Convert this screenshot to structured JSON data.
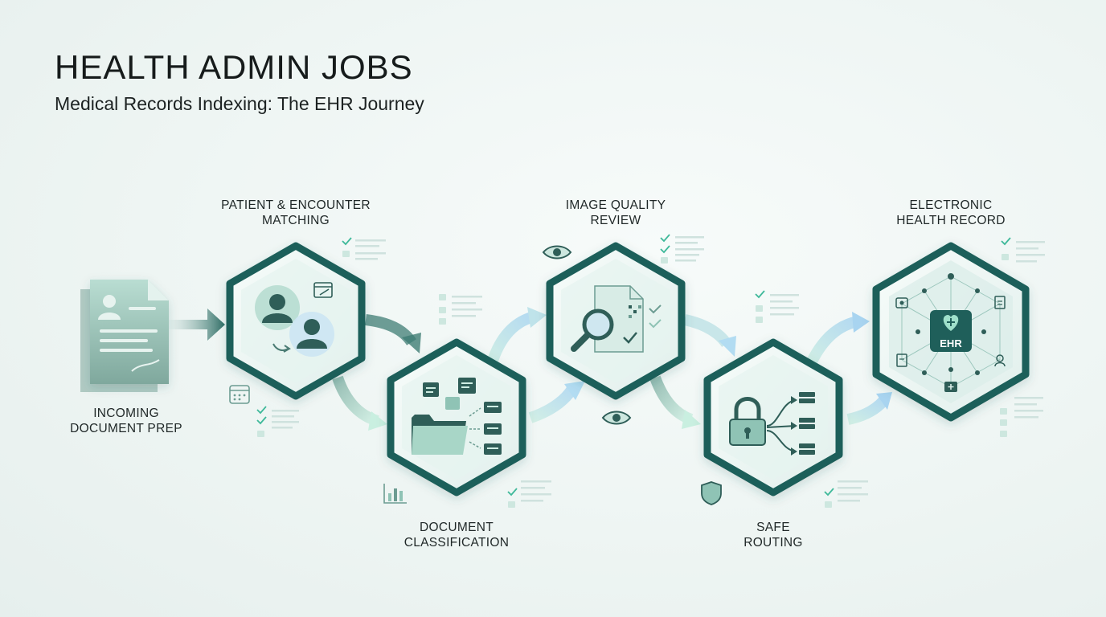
{
  "header": {
    "title": "HEALTH ADMIN JOBS",
    "subtitle": "Medical Records Indexing: The EHR Journey"
  },
  "steps": [
    {
      "line1": "INCOMING",
      "line2": "DOCUMENT PREP"
    },
    {
      "line1": "PATIENT & ENCOUNTER",
      "line2": "MATCHING"
    },
    {
      "line1": "DOCUMENT",
      "line2": "CLASSIFICATION"
    },
    {
      "line1": "IMAGE QUALITY",
      "line2": "REVIEW"
    },
    {
      "line1": "SAFE",
      "line2": "ROUTING"
    },
    {
      "line1": "ELECTRONIC",
      "line2": "HEALTH RECORD"
    }
  ],
  "ehr_badge": "EHR",
  "colors": {
    "hex_border": "#1f5f5a",
    "hex_fill": "#eef7f5",
    "icon_dark": "#2f5e58",
    "icon_mid": "#6c9c92",
    "icon_light": "#a8d6c7",
    "check": "#3fb99a",
    "arrow_teal": "#5a9e90",
    "arrow_mint": "#b6e6d6",
    "arrow_blue": "#b2dcf2"
  }
}
